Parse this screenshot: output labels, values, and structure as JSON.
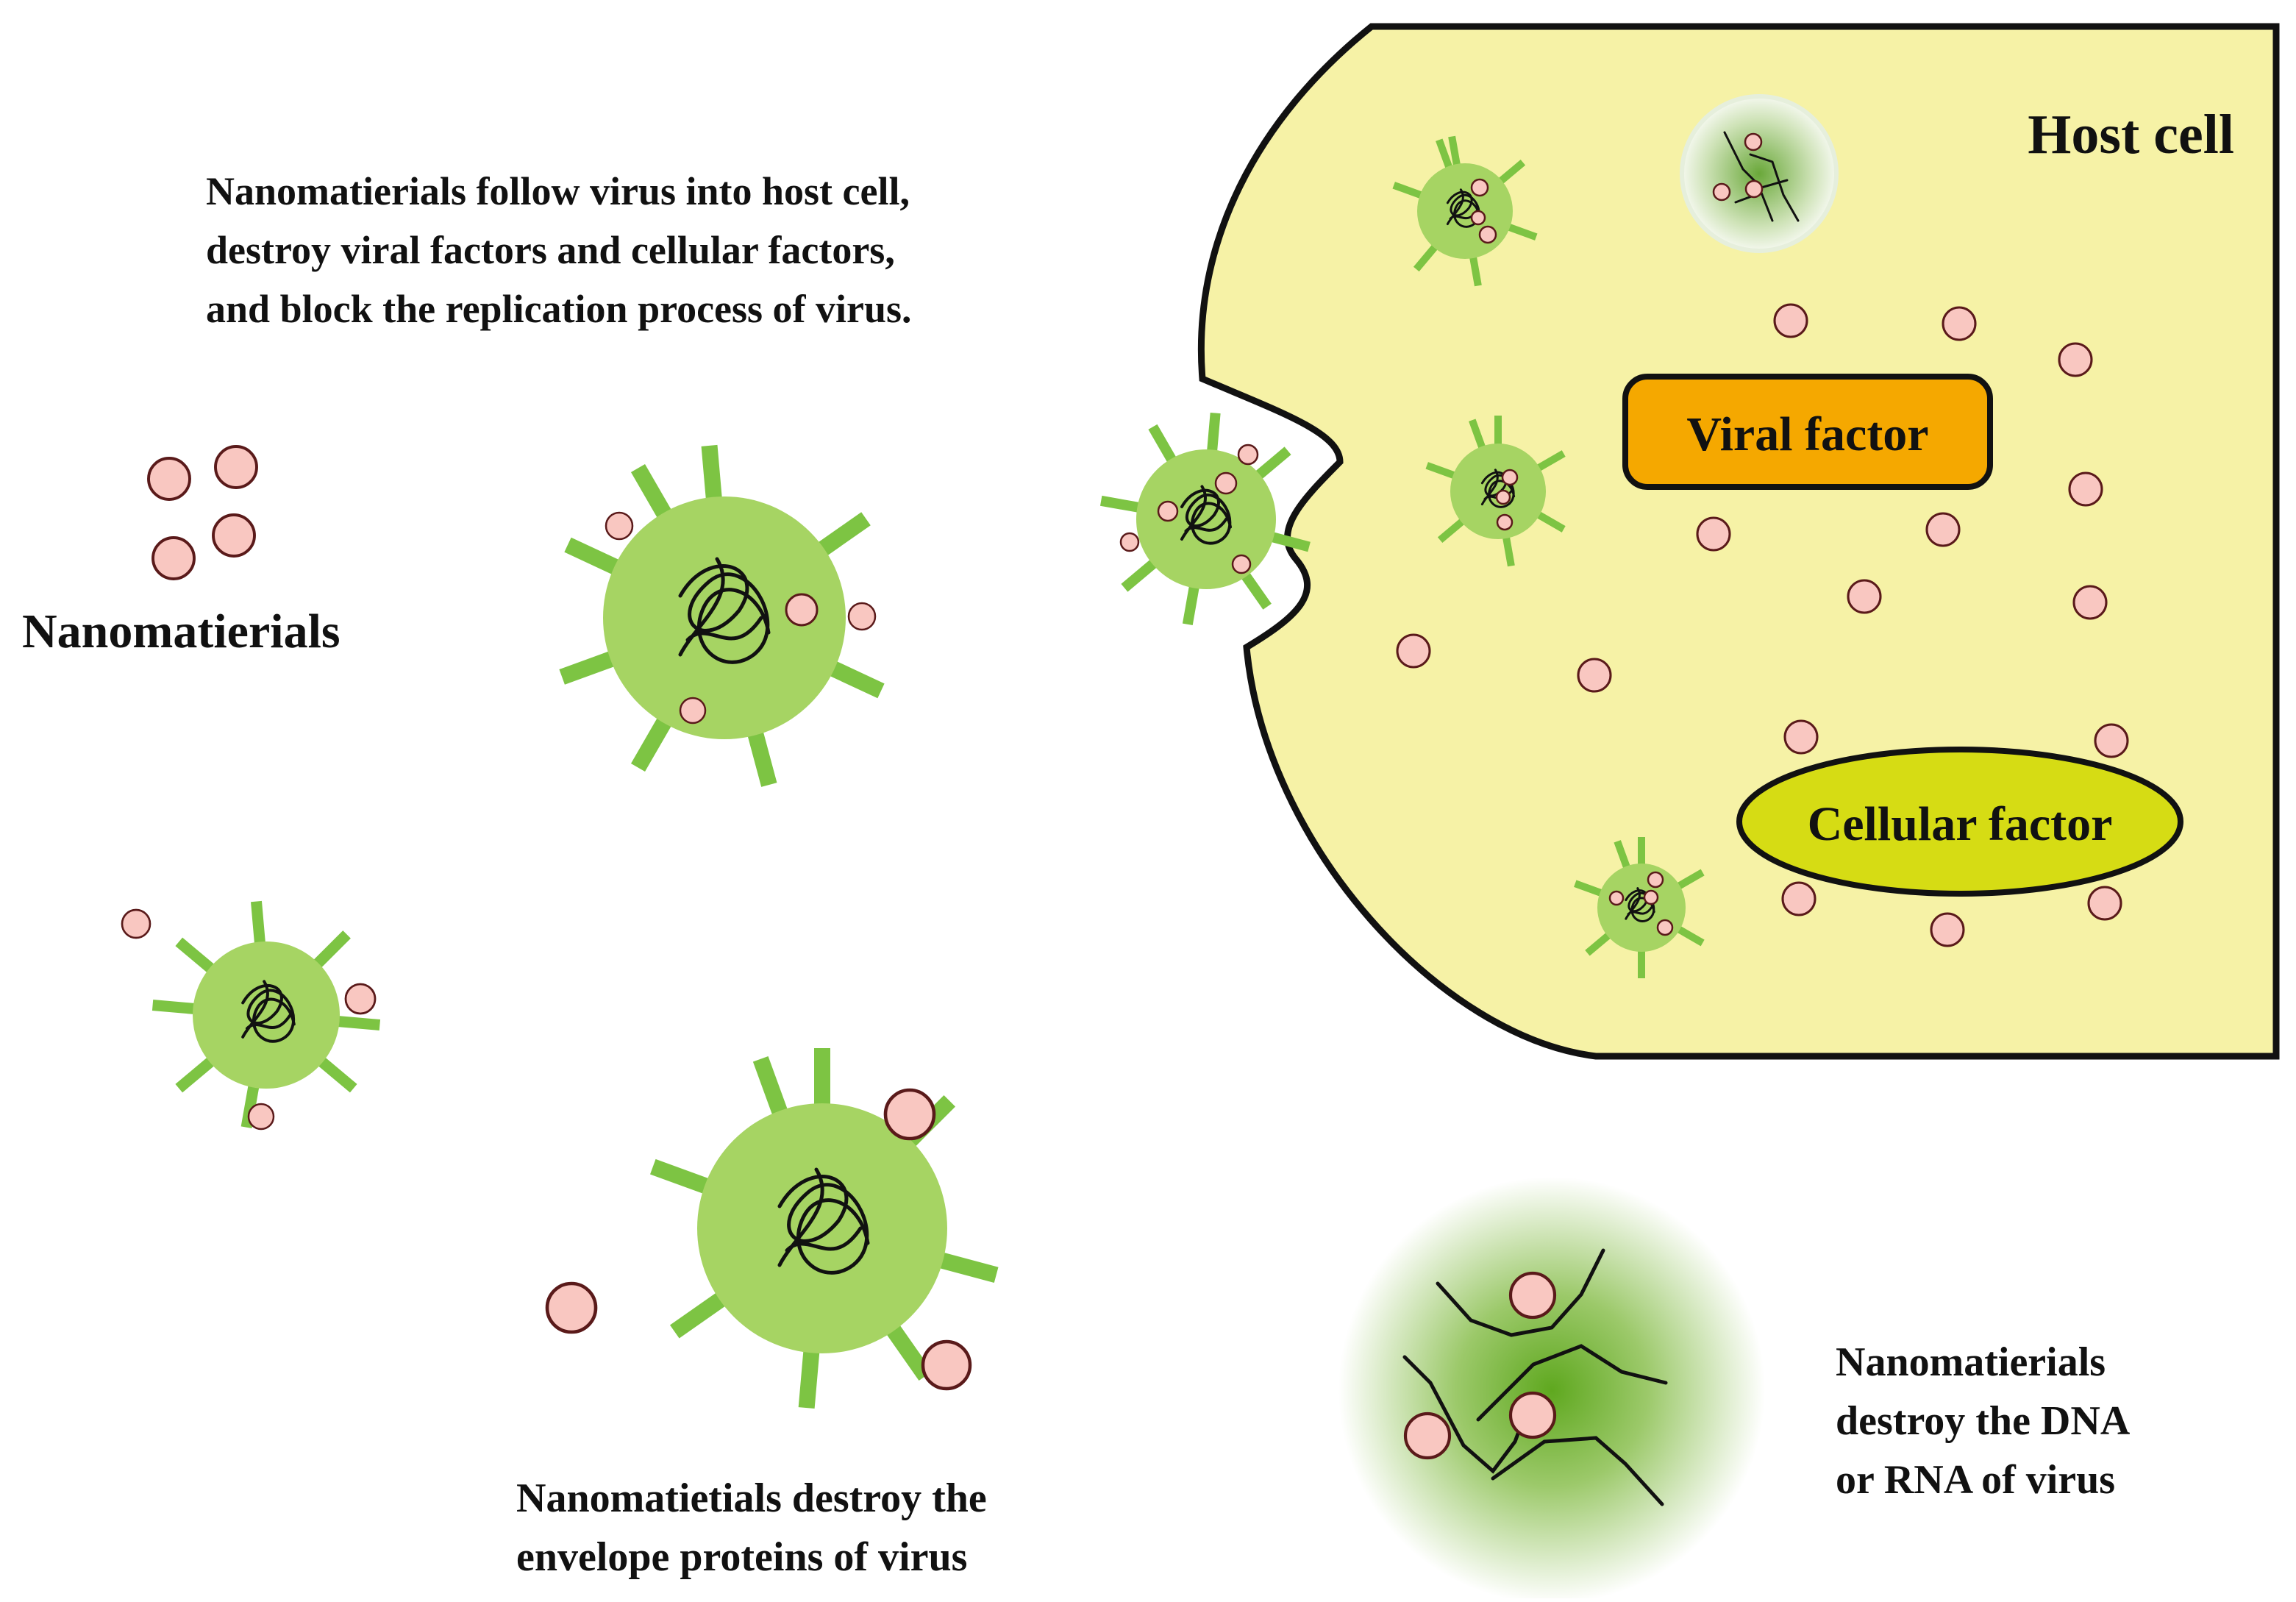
{
  "labels": {
    "host_cell": "Host cell",
    "viral_factor": "Viral factor",
    "cellular_factor": "Cellular factor",
    "nanomaterials": "Nanomatierials",
    "follow_lines": [
      "Nanomatierials follow virus into host cell,",
      "destroy viral factors and cellular factors,",
      "and block the replication process of virus."
    ],
    "envelope_lines": [
      "Nanomatietials destroy the",
      "envelope proteins of virus"
    ],
    "dna_lines": [
      "Nanomatierials",
      "destroy the DNA",
      "or RNA of virus"
    ]
  },
  "colors": {
    "host_cell_fill": "#f6f2a6",
    "outline": "#111111",
    "virus_green": "#a6d463",
    "spike_green": "#7dc443",
    "viral_factor_fill": "#f5a800",
    "cellular_factor_fill": "#d6dc14",
    "nanoparticle_fill": "#f9c7c1",
    "nanoparticle_stroke": "#5a1a1a"
  }
}
